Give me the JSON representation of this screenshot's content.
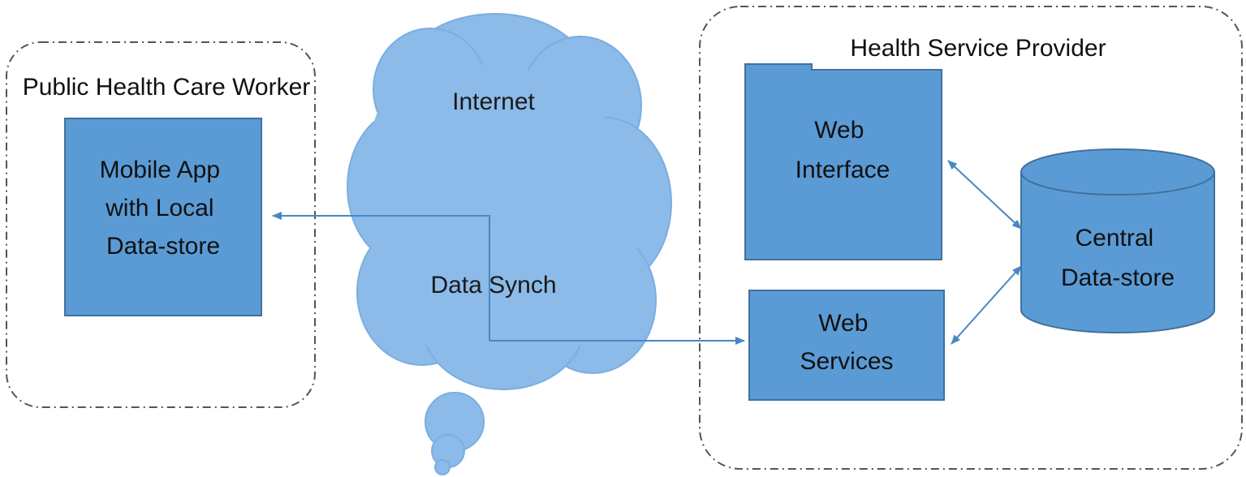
{
  "groups": {
    "worker": {
      "title": "Public Health Care Worker"
    },
    "provider": {
      "title": "Health Service Provider"
    }
  },
  "nodes": {
    "mobile_app": {
      "lines": [
        "Mobile App",
        "with Local",
        "Data-store"
      ]
    },
    "internet": {
      "label": "Internet"
    },
    "data_synch": {
      "label": "Data Synch"
    },
    "web_interface": {
      "lines": [
        "Web",
        "Interface"
      ]
    },
    "web_services": {
      "lines": [
        "Web",
        "Services"
      ]
    },
    "central_store": {
      "lines": [
        "Central",
        "Data-store"
      ]
    }
  },
  "colors": {
    "box_fill": "#5b9bd5",
    "box_stroke": "#41719c",
    "cloud_fill": "#8cbbe9",
    "cloud_stroke": "#6fa6dc",
    "connector": "#4a86c5",
    "group_border": "#555555"
  }
}
